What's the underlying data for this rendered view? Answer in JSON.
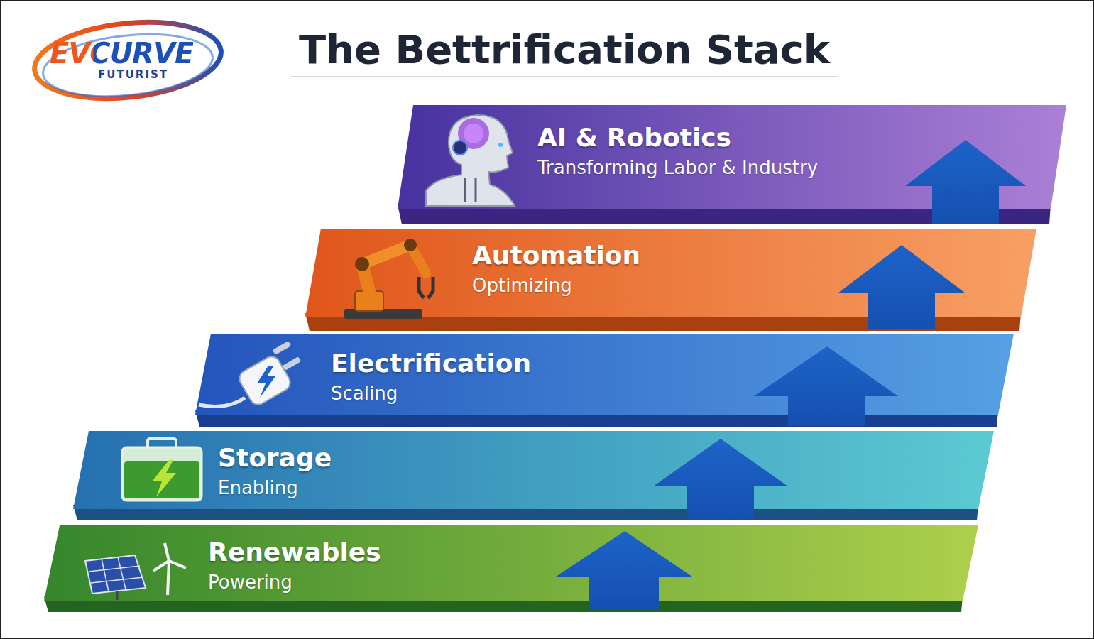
{
  "diagram": {
    "title": "The Bettrification Stack",
    "nodes": [
      {
        "text": [
          "AI & Robotics",
          "Transforming Labor & Industry"
        ]
      },
      {
        "text": [
          "Automation",
          "Optimizing"
        ]
      },
      {
        "text": [
          "Electrification",
          "Scaling"
        ]
      },
      {
        "text": [
          "Storage",
          "Enabling"
        ]
      },
      {
        "text": [
          "Renewables",
          "Powering"
        ]
      }
    ],
    "labels": [
      "EVCURVE",
      "FUTURIST"
    ]
  }
}
